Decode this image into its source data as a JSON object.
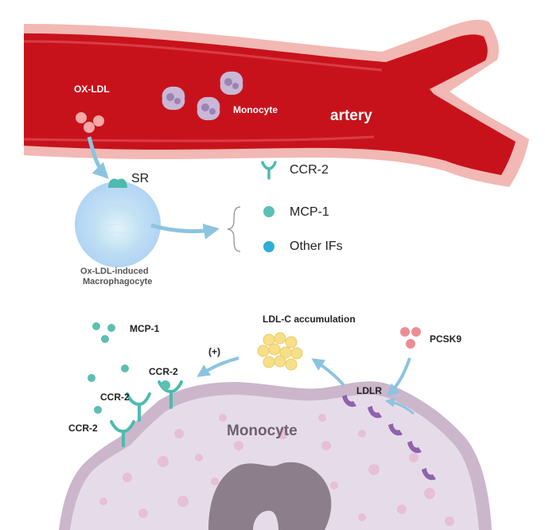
{
  "top": {
    "oxldl": "OX-LDL",
    "monocyte": "Monocyte",
    "artery": "artery",
    "sr": "SR",
    "macrophage_line1": "Ox-LDL-induced",
    "macrophage_line2": "Macrophagocyte"
  },
  "legend": {
    "ccr2": "CCR-2",
    "mcp1": "MCP-1",
    "other_ifs": "Other IFs"
  },
  "bottom": {
    "mcp1": "MCP-1",
    "ldlc": "LDL-C accumulation",
    "pcsk9": "PCSK9",
    "plus": "(+)",
    "ccr2_a": "CCR-2",
    "ccr2_b": "CCR-2",
    "ccr2_c": "CCR-2",
    "ldlr": "LDLR",
    "monocyte": "Monocyte"
  },
  "colors": {
    "artery_red": "#c8121b",
    "artery_wall": "#f2b8b4",
    "teal": "#4ebab0",
    "blue_arrow": "#8cc4e0",
    "cell_blue": "#bcdcf6",
    "monocyte_membrane": "#cbb6cc",
    "ldlr_purple": "#8f62ad",
    "ldl_yellow": "#f7df8a",
    "pcsk9_pink": "#ec8d94"
  }
}
